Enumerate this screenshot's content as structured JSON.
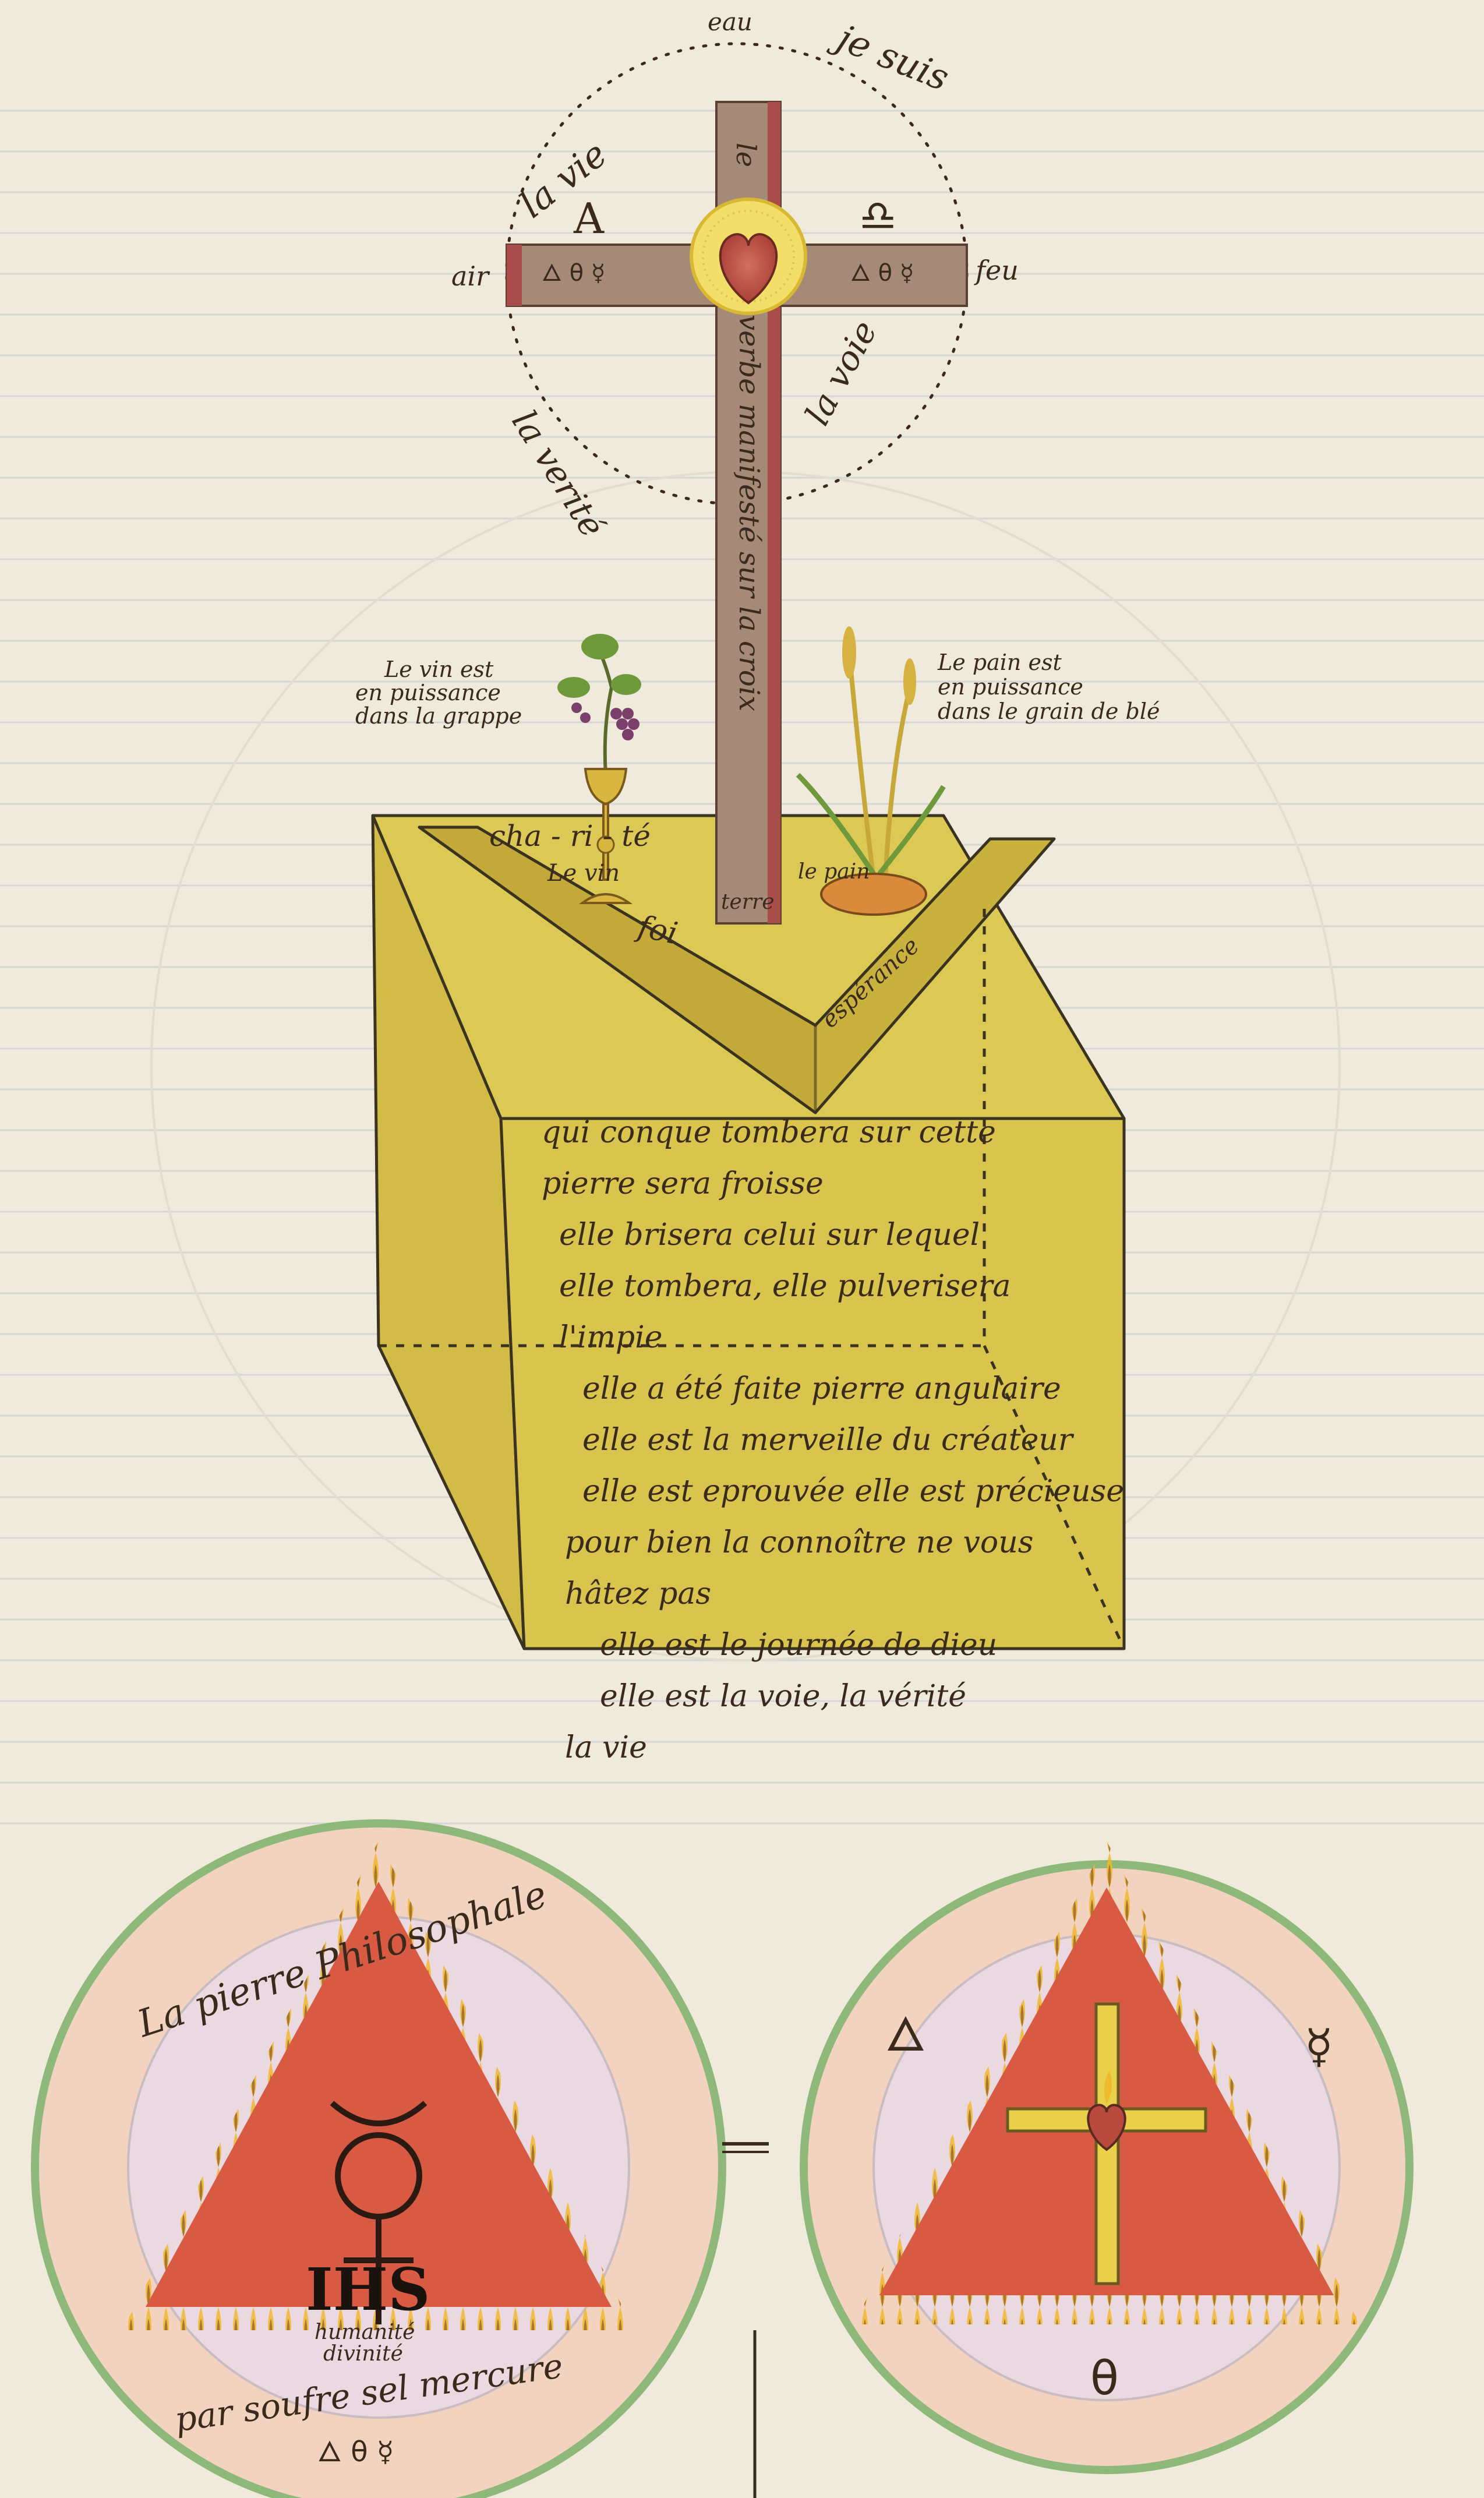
{
  "top_ring": {
    "je_suis": "je suis",
    "eau": "eau",
    "la_vie": "la vie",
    "la_voie": "la voie",
    "la_verite": "la verité",
    "air": "air",
    "feu": "feu"
  },
  "cross": {
    "top_word": "le",
    "vertical_text": "verbe manifesté sur la croix",
    "left_letter": "A",
    "right_letter": "♎",
    "arm_symbols_left": "🜂 θ ☿",
    "arm_symbols_right": "🜂 θ ☿",
    "base_word": "terre"
  },
  "captions": {
    "vin": [
      "Le vin est",
      "en puissance",
      "dans la grappe"
    ],
    "pain": [
      "Le pain est",
      "en puissance",
      "dans le grain de blé"
    ]
  },
  "stone_top": {
    "charite": "cha - ri - té",
    "le_vin": "Le vin",
    "le_pain": "le pain",
    "foi": "foi",
    "esperance": "espérance"
  },
  "stone_text": [
    "qui conque tombera sur cette",
    "pierre sera froisse",
    "elle brisera celui sur lequel",
    "elle tombera, elle pulverisera",
    "l'impie",
    "elle a été faite pierre angulaire",
    "elle est la merveille du créateur",
    "elle est eprouvée elle est précieuse",
    "pour bien la connoître ne vous",
    "hâtez pas",
    "elle est le journée de dieu",
    "elle est la voie, la vérité",
    "la vie"
  ],
  "left_disc": {
    "top_text": "La pierre Philosophale",
    "planet_symbol": "☿",
    "monogram": "IHS",
    "sub1": "humanité",
    "sub2": "divinité",
    "bottom_text": "par soufre sel mercure",
    "bottom_symbols": "🜂 θ ☿"
  },
  "right_disc": {
    "left_symbol": "🜂",
    "right_symbol": "☿",
    "bottom_symbol": "θ"
  },
  "colors": {
    "paper": "#efeadb",
    "cross_fill": "#a68a78",
    "cross_edge": "#a84d4b",
    "stone_fill": "#d8c34e",
    "triangle_red": "#d85a42",
    "disc_green": "#8fb97a",
    "disc_pink": "#f2d3c0",
    "heart_red": "#b84a3d",
    "halo_yellow": "#f3de6a"
  }
}
